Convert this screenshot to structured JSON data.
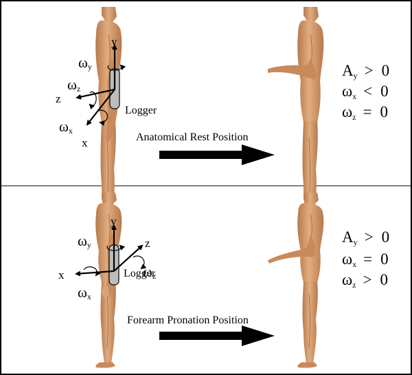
{
  "colors": {
    "skin": "#d9a374",
    "skin_shade": "#b7794c",
    "logger_fill": "#bdbdbd",
    "arrow": "#000000",
    "frame": "#000000"
  },
  "panels": [
    {
      "id": "rest",
      "axis_labels": {
        "y": "y",
        "z": "z",
        "x": "x"
      },
      "omega": {
        "symbol": "ω",
        "y_sub": "y",
        "z_sub": "z",
        "x_sub": "x"
      },
      "logger_label": "Logger",
      "position_label": "Anatomical  Rest  Position",
      "readings": [
        {
          "main": "A",
          "sub": "y",
          "op": ">",
          "val": "0"
        },
        {
          "main": "ω",
          "sub": "x",
          "op": "<",
          "val": "0"
        },
        {
          "main": "ω",
          "sub": "z",
          "op": "=",
          "val": "0"
        }
      ]
    },
    {
      "id": "pronation",
      "axis_labels": {
        "y": "y",
        "z": "z",
        "x": "x"
      },
      "omega": {
        "symbol": "ω",
        "y_sub": "y",
        "z_sub": "z",
        "x_sub": "x"
      },
      "logger_label": "Logger",
      "position_label": "Forearm  Pronation  Position",
      "readings": [
        {
          "main": "A",
          "sub": "y",
          "op": ">",
          "val": "0"
        },
        {
          "main": "ω",
          "sub": "x",
          "op": "=",
          "val": "0"
        },
        {
          "main": "ω",
          "sub": "z",
          "op": ">",
          "val": "0"
        }
      ]
    }
  ]
}
